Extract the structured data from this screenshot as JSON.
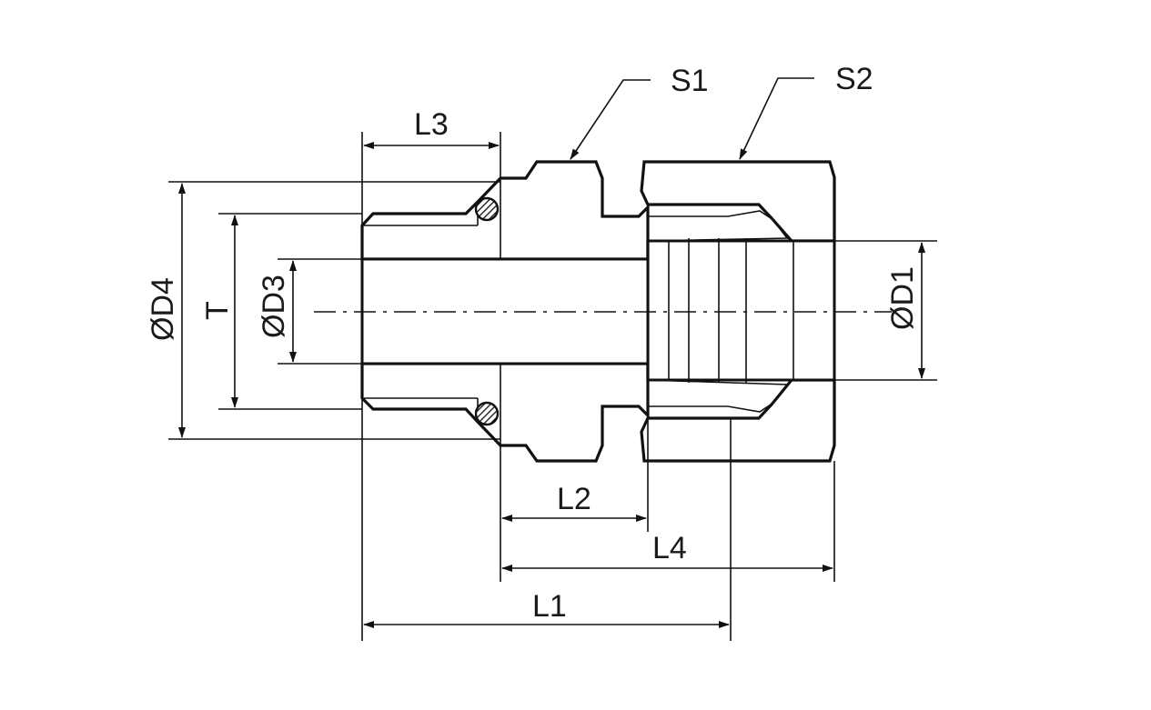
{
  "labels": {
    "s1": "S1",
    "s2": "S2",
    "l1": "L1",
    "l2": "L2",
    "l3": "L3",
    "l4": "L4",
    "d1": "ØD1",
    "d3": "ØD3",
    "d4": "ØD4",
    "t": "T"
  }
}
